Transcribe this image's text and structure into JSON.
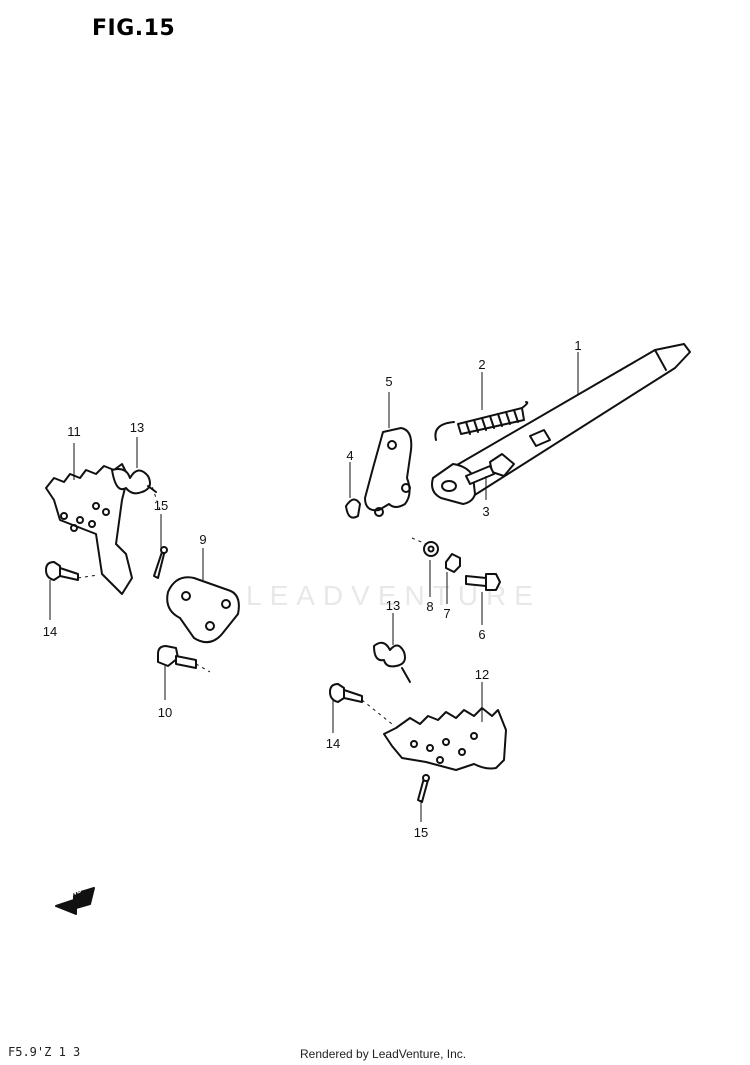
{
  "figure": {
    "title": "FIG.15"
  },
  "footer": {
    "code": "F5.9'Z 1 3",
    "credit": "Rendered by LeadVenture, Inc."
  },
  "watermark": {
    "text": "LEADVENTURE",
    "color": "#969696"
  },
  "fwd_arrow": {
    "text": "FWD"
  },
  "callouts": [
    "1",
    "2",
    "3",
    "4",
    "5",
    "6",
    "7",
    "8",
    "9",
    "10",
    "11",
    "12",
    "13",
    "13",
    "14",
    "14",
    "15",
    "15"
  ],
  "colors": {
    "line": "#111111",
    "background": "#ffffff"
  }
}
